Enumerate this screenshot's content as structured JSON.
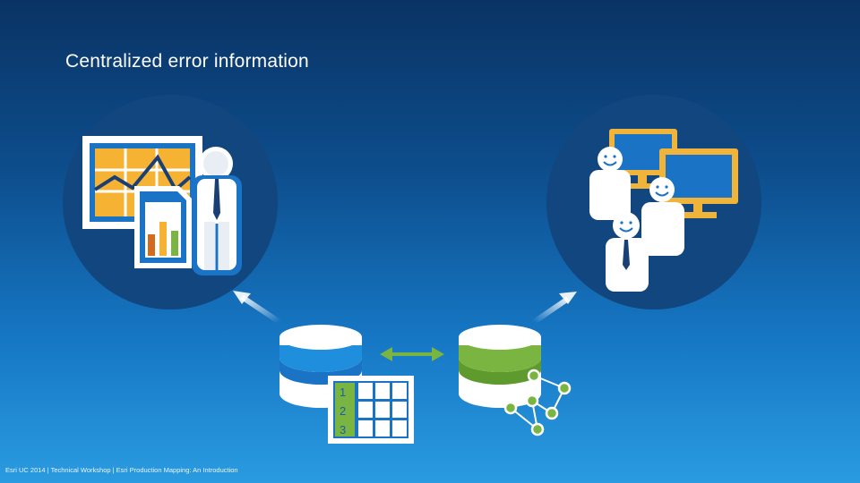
{
  "slide": {
    "title": "Centralized error information",
    "footer": "Esri UC 2014 | Technical Workshop | Esri Production Mapping: An Introduction"
  },
  "table_icon": {
    "row_numbers": [
      "1",
      "2",
      "3"
    ]
  },
  "icons": [
    "dashboard-report-icon",
    "analyst-person-icon",
    "users-workstations-icon",
    "error-database-icon",
    "production-database-icon",
    "error-table-icon",
    "network-graph-icon",
    "sync-arrow-icon"
  ],
  "colors": {
    "circle": "#12467e",
    "database_blue_band": "#1f8fdd",
    "database_green_band": "#7ab441",
    "monitor_gold": "#f0b43b",
    "grid_yellow": "#f6b333"
  }
}
